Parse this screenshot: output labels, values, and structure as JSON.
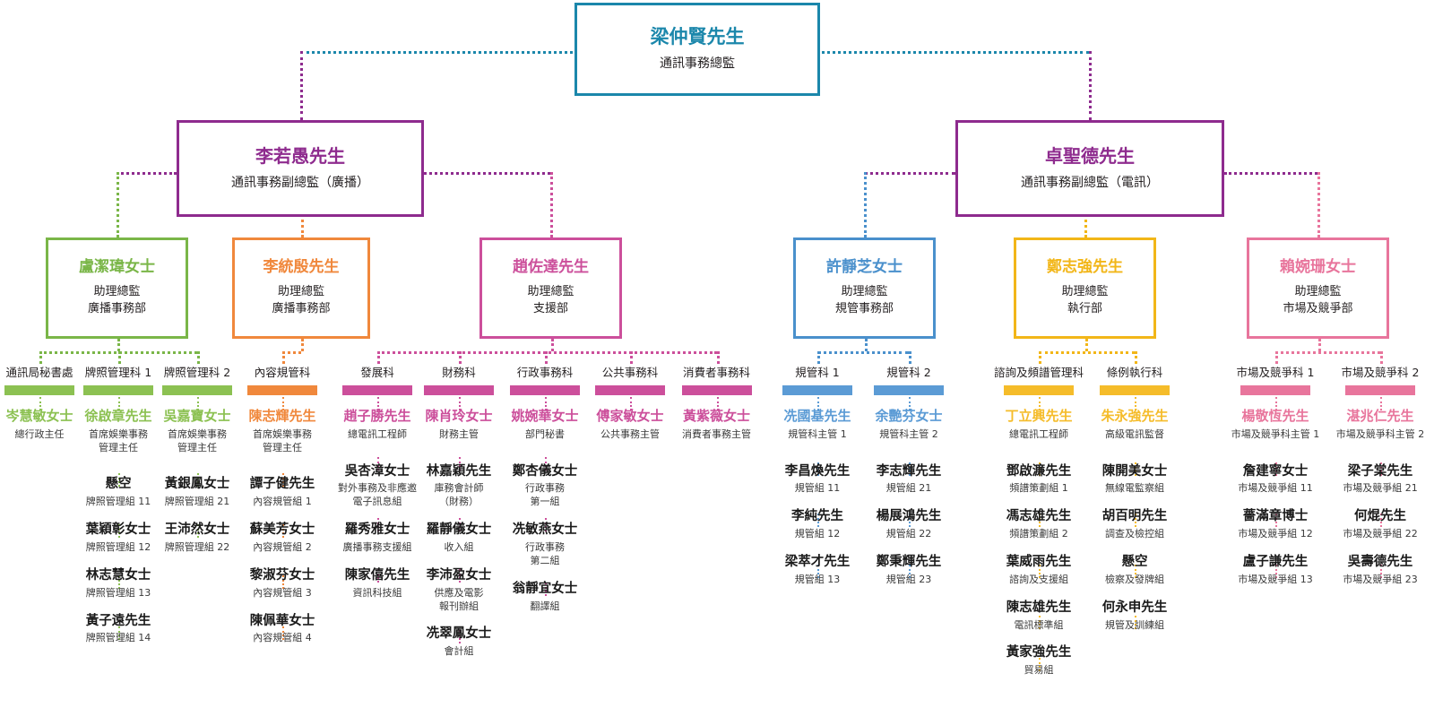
{
  "colors": {
    "teal": "#1b87ab",
    "purple": "#8e2b8e",
    "green": "#7ab648",
    "orange": "#f0883c",
    "magenta": "#cc4f9b",
    "blue": "#4a90cc",
    "yellow": "#f2b618",
    "pink": "#e8759c",
    "bar_green": "#8cc152",
    "bar_orange": "#f0883c",
    "bar_magenta": "#cc4f9b",
    "bar_blue": "#5b9bd5",
    "bar_yellow": "#f5bc2a",
    "bar_pink": "#e8759c"
  },
  "director": {
    "name": "梁仲賢先生",
    "title": "通訊事務總監"
  },
  "deputies": [
    {
      "name": "李若愚先生",
      "title": "通訊事務副總監（廣播）"
    },
    {
      "name": "卓聖德先生",
      "title": "通訊事務副總監（電訊）"
    }
  ],
  "assistant_directors": [
    {
      "name": "盧潔瑋女士",
      "title1": "助理總監",
      "title2": "廣播事務部",
      "color": "green"
    },
    {
      "name": "李統殷先生",
      "title1": "助理總監",
      "title2": "廣播事務部",
      "color": "orange"
    },
    {
      "name": "趙佐達先生",
      "title1": "助理總監",
      "title2": "支援部",
      "color": "magenta"
    },
    {
      "name": "許靜芝女士",
      "title1": "助理總監",
      "title2": "規管事務部",
      "color": "blue"
    },
    {
      "name": "鄭志強先生",
      "title1": "助理總監",
      "title2": "執行部",
      "color": "yellow"
    },
    {
      "name": "賴婉珊女士",
      "title1": "助理總監",
      "title2": "市場及競爭部",
      "color": "pink"
    }
  ],
  "columns": [
    {
      "dept": "通訊局秘書處",
      "color": "bar_green",
      "head": {
        "name": "岑慧敏女士",
        "role": "總行政主任"
      },
      "people": []
    },
    {
      "dept": "牌照管理科 1",
      "color": "bar_green",
      "head": {
        "name": "徐啟章先生",
        "role": "首席娛樂事務\n管理主任"
      },
      "people": [
        {
          "name": "懸空",
          "role": "牌照管理組 11"
        },
        {
          "name": "葉穎彰女士",
          "role": "牌照管理組 12"
        },
        {
          "name": "林志慧女士",
          "role": "牌照管理組 13"
        },
        {
          "name": "黃子遠先生",
          "role": "牌照管理組 14"
        }
      ]
    },
    {
      "dept": "牌照管理科 2",
      "color": "bar_green",
      "head": {
        "name": "吳嘉寶女士",
        "role": "首席娛樂事務\n管理主任"
      },
      "people": [
        {
          "name": "黃銀鳳女士",
          "role": "牌照管理組 21"
        },
        {
          "name": "王沛然女士",
          "role": "牌照管理組 22"
        }
      ]
    },
    {
      "dept": "內容規管科",
      "color": "bar_orange",
      "head": {
        "name": "陳志輝先生",
        "role": "首席娛樂事務\n管理主任"
      },
      "people": [
        {
          "name": "譚子健先生",
          "role": "內容規管組 1"
        },
        {
          "name": "蘇美芳女士",
          "role": "內容規管組 2"
        },
        {
          "name": "黎淑芬女士",
          "role": "內容規管組 3"
        },
        {
          "name": "陳佩華女士",
          "role": "內容規管組 4"
        }
      ]
    },
    {
      "dept": "發展科",
      "color": "bar_magenta",
      "head": {
        "name": "趙子勝先生",
        "role": "總電訊工程師"
      },
      "people": [
        {
          "name": "吳杏漳女士",
          "role": "對外事務及非應邀\n電子訊息組"
        },
        {
          "name": "羅秀雅女士",
          "role": "廣播事務支援組"
        },
        {
          "name": "陳家僖先生",
          "role": "資訊科技組"
        }
      ]
    },
    {
      "dept": "財務科",
      "color": "bar_magenta",
      "head": {
        "name": "陳肖玲女士",
        "role": "財務主管"
      },
      "people": [
        {
          "name": "林嘉穎先生",
          "role": "庫務會計師\n（財務）"
        },
        {
          "name": "羅靜儀女士",
          "role": "收入組"
        },
        {
          "name": "李沛盈女士",
          "role": "供應及電影\n報刊辦組"
        },
        {
          "name": "冼翠鳳女士",
          "role": "會計組"
        }
      ]
    },
    {
      "dept": "行政事務科",
      "color": "bar_magenta",
      "head": {
        "name": "姚婉華女士",
        "role": "部門秘書"
      },
      "people": [
        {
          "name": "鄭杏儀女士",
          "role": "行政事務\n第一組"
        },
        {
          "name": "冼敏燕女士",
          "role": "行政事務\n第二組"
        },
        {
          "name": "翁靜宜女士",
          "role": "翻譯組"
        }
      ]
    },
    {
      "dept": "公共事務科",
      "color": "bar_magenta",
      "head": {
        "name": "傅家敏女士",
        "role": "公共事務主管"
      },
      "people": []
    },
    {
      "dept": "消費者事務科",
      "color": "bar_magenta",
      "head": {
        "name": "黃紫薇女士",
        "role": "消費者事務主管"
      },
      "people": []
    },
    {
      "dept": "規管科 1",
      "color": "bar_blue",
      "head": {
        "name": "冼國基先生",
        "role": "規管科主管 1"
      },
      "people": [
        {
          "name": "李昌煥先生",
          "role": "規管組 11"
        },
        {
          "name": "李純先生",
          "role": "規管組 12"
        },
        {
          "name": "梁萃才先生",
          "role": "規管組 13"
        }
      ]
    },
    {
      "dept": "規管科 2",
      "color": "bar_blue",
      "head": {
        "name": "余艷芬女士",
        "role": "規管科主管 2"
      },
      "people": [
        {
          "name": "李志輝先生",
          "role": "規管組 21"
        },
        {
          "name": "楊展鴻先生",
          "role": "規管組 22"
        },
        {
          "name": "鄭秉輝先生",
          "role": "規管組 23"
        }
      ]
    },
    {
      "dept": "諮詢及頻譜管理科",
      "color": "bar_yellow",
      "head": {
        "name": "丁立興先生",
        "role": "總電訊工程師"
      },
      "people": [
        {
          "name": "鄧啟濂先生",
          "role": "頻譜策劃組 1"
        },
        {
          "name": "馮志雄先生",
          "role": "頻譜策劃組 2"
        },
        {
          "name": "葉威雨先生",
          "role": "諮詢及支援組"
        },
        {
          "name": "陳志雄先生",
          "role": "電訊標準組"
        },
        {
          "name": "黃家強先生",
          "role": "貿易組"
        }
      ]
    },
    {
      "dept": "條例執行科",
      "color": "bar_yellow",
      "head": {
        "name": "朱永強先生",
        "role": "高級電訊監督"
      },
      "people": [
        {
          "name": "陳開美女士",
          "role": "無線電監察組"
        },
        {
          "name": "胡百明先生",
          "role": "調查及檢控組"
        },
        {
          "name": "懸空",
          "role": "檢察及發牌組"
        },
        {
          "name": "何永申先生",
          "role": "規管及訓練組"
        }
      ]
    },
    {
      "dept": "市場及競爭科 1",
      "color": "bar_pink",
      "head": {
        "name": "楊敬恆先生",
        "role": "市場及競爭科主管 1"
      },
      "people": [
        {
          "name": "詹建寧女士",
          "role": "市場及競爭組 11"
        },
        {
          "name": "薔滿章博士",
          "role": "市場及競爭組 12"
        },
        {
          "name": "盧子謙先生",
          "role": "市場及競爭組 13"
        }
      ]
    },
    {
      "dept": "市場及競爭科 2",
      "color": "bar_pink",
      "head": {
        "name": "湛兆仁先生",
        "role": "市場及競爭科主管 2"
      },
      "people": [
        {
          "name": "梁子棠先生",
          "role": "市場及競爭組 21"
        },
        {
          "name": "何焜先生",
          "role": "市場及競爭組 22"
        },
        {
          "name": "吳壽德先生",
          "role": "市場及競爭組 23"
        }
      ]
    }
  ]
}
